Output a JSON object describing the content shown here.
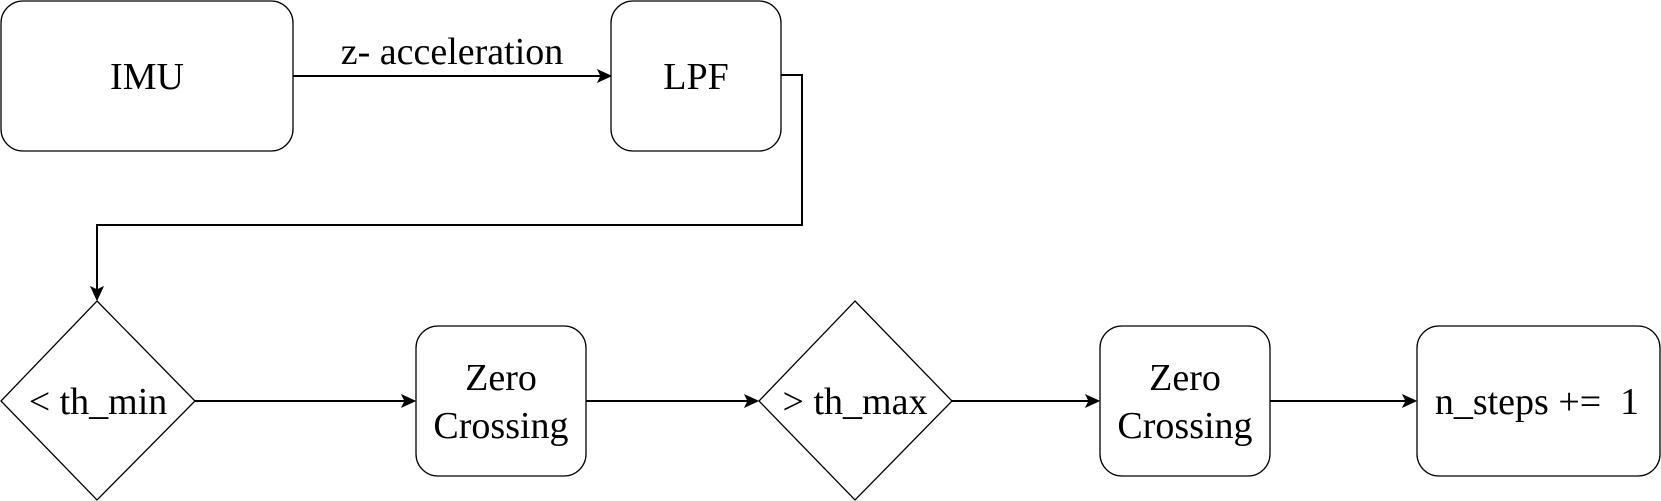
{
  "nodes": {
    "imu": {
      "label": "IMU"
    },
    "lpf": {
      "label": "LPF"
    },
    "th_min": {
      "label": "< th_min"
    },
    "zero_crossing_1": {
      "label_line1": "Zero",
      "label_line2": "Crossing"
    },
    "th_max": {
      "label": "> th_max"
    },
    "zero_crossing_2": {
      "label_line1": "Zero",
      "label_line2": "Crossing"
    },
    "n_steps": {
      "label": "n_steps +=  1"
    }
  },
  "edges": {
    "imu_to_lpf": {
      "label": "z- acceleration"
    }
  }
}
